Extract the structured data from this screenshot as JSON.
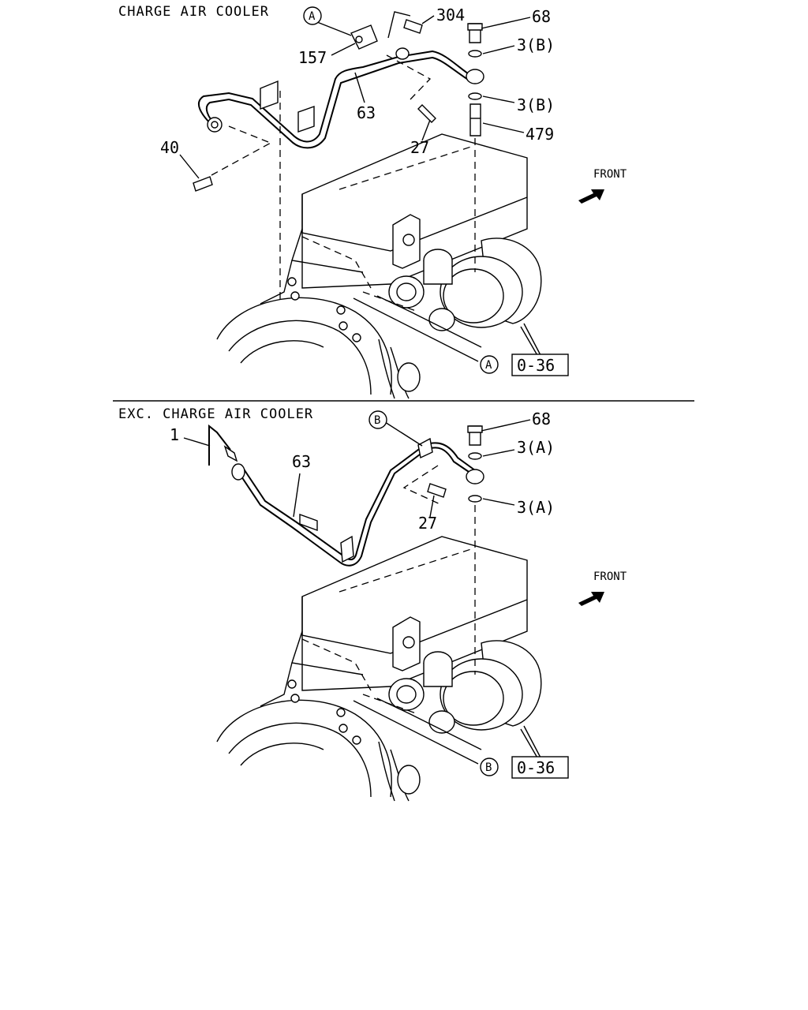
{
  "panels": [
    {
      "title": "CHARGE AIR COOLER",
      "callouts": {
        "ref": "A",
        "p157": "157",
        "p304": "304",
        "p68": "68",
        "p3b_top": "3(B)",
        "p3b_bot": "3(B)",
        "p479": "479",
        "p63": "63",
        "p27": "27",
        "p40": "40",
        "ref_lower": "A",
        "box": "0-36"
      },
      "front": "FRONT"
    },
    {
      "title": "EXC. CHARGE AIR COOLER",
      "callouts": {
        "ref": "B",
        "p1": "1",
        "p63": "63",
        "p68": "68",
        "p3a_top": "3(A)",
        "p3a_bot": "3(A)",
        "p27": "27",
        "ref_lower": "B",
        "box": "0-36"
      },
      "front": "FRONT"
    }
  ]
}
